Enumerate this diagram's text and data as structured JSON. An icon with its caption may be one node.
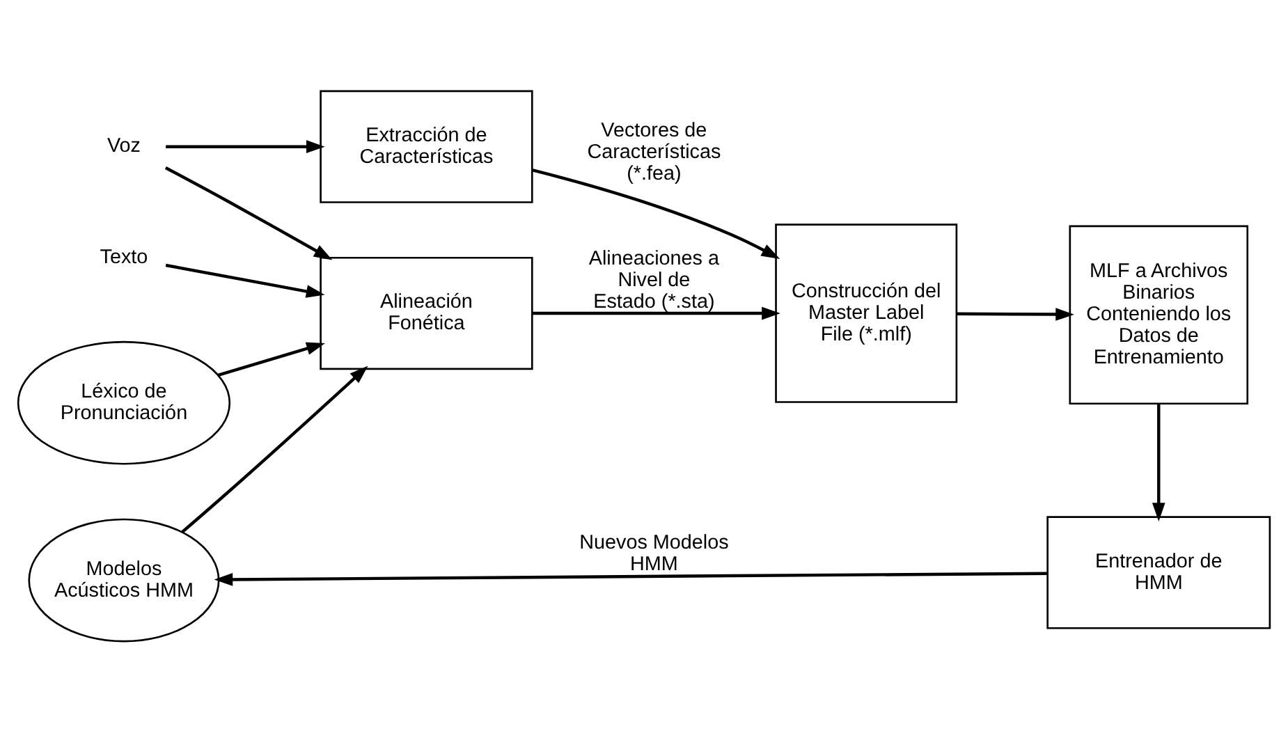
{
  "diagram": {
    "nodes": [
      {
        "text": [
          "Voz"
        ]
      },
      {
        "text": [
          "Texto"
        ]
      },
      {
        "text": [
          "Extracción de Características"
        ]
      },
      {
        "text": [
          "Alineación Fonética"
        ]
      },
      {
        "text": [
          "Construcción del Master Label File (*.mlf)"
        ]
      },
      {
        "text": [
          "MLF a Archivos Binarios Conteniendo los Datos de Entrenamiento"
        ]
      },
      {
        "text": [
          "Entrenador de HMM"
        ]
      },
      {
        "text": [
          "Léxico de Pronunciación"
        ]
      },
      {
        "text": [
          "Modelos Acústicos HMM"
        ]
      }
    ],
    "edges": [
      {
        "from": 0,
        "to": 2,
        "arrow": "to"
      },
      {
        "from": 0,
        "to": 3,
        "arrow": "to"
      },
      {
        "from": 1,
        "to": 3,
        "arrow": "to"
      },
      {
        "from": 2,
        "to": 4,
        "arrow": "to",
        "label": "Vectores de Características (*.fea)"
      },
      {
        "from": 3,
        "to": 4,
        "arrow": "to",
        "label": "Alineaciones a Nivel de Estado (*.sta)"
      },
      {
        "from": 4,
        "to": 5,
        "arrow": "to"
      },
      {
        "from": 5,
        "to": 6,
        "arrow": "to"
      },
      {
        "from": 6,
        "to": 8,
        "arrow": "to",
        "label": "Nuevos Modelos HMM"
      },
      {
        "from": 7,
        "to": 3,
        "arrow": "to"
      },
      {
        "from": 8,
        "to": 3,
        "arrow": "to"
      }
    ]
  }
}
